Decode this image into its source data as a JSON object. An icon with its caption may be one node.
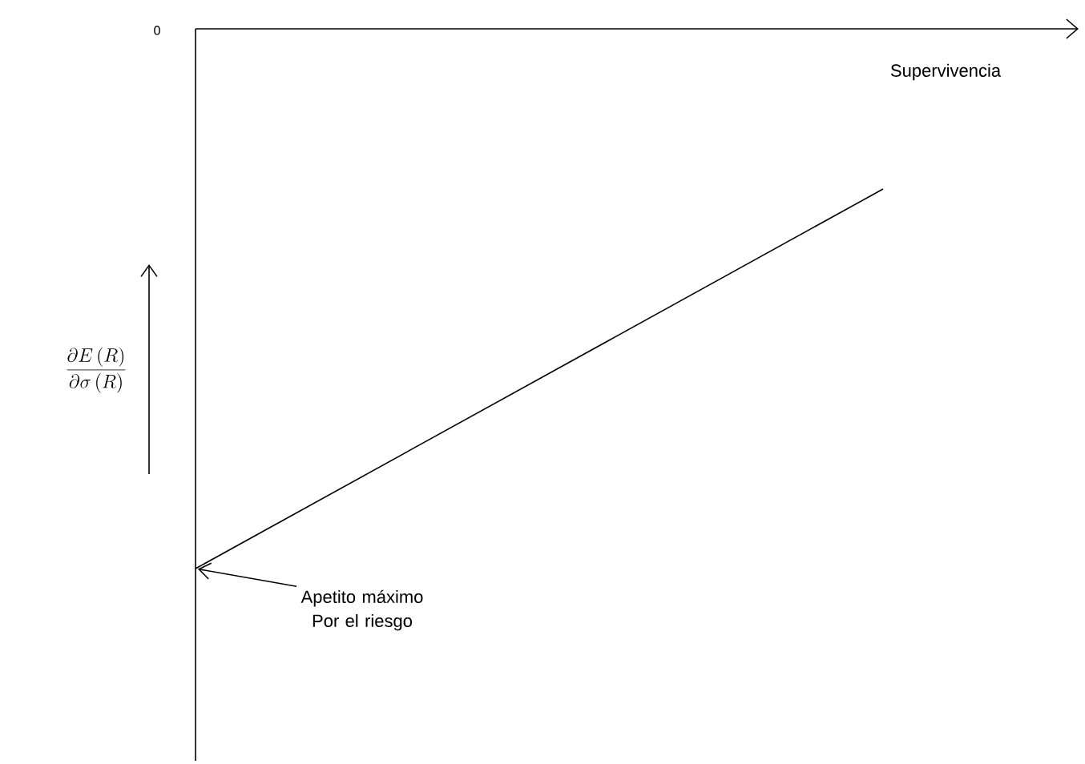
{
  "diagram": {
    "nodes": [
      {
        "text": [
          "Apetito máximo Por el riesgo"
        ]
      },
      {
        "text": [],
        "shape": "line"
      }
    ],
    "edges": [
      {
        "from": 0,
        "to": 1,
        "arrow": "to"
      }
    ],
    "labels": [
      "0",
      "Supervivencia",
      "\\frac{\\partial E\\left(R\\right)}{\\partial \\sigma\\left(R\\right)}"
    ]
  }
}
